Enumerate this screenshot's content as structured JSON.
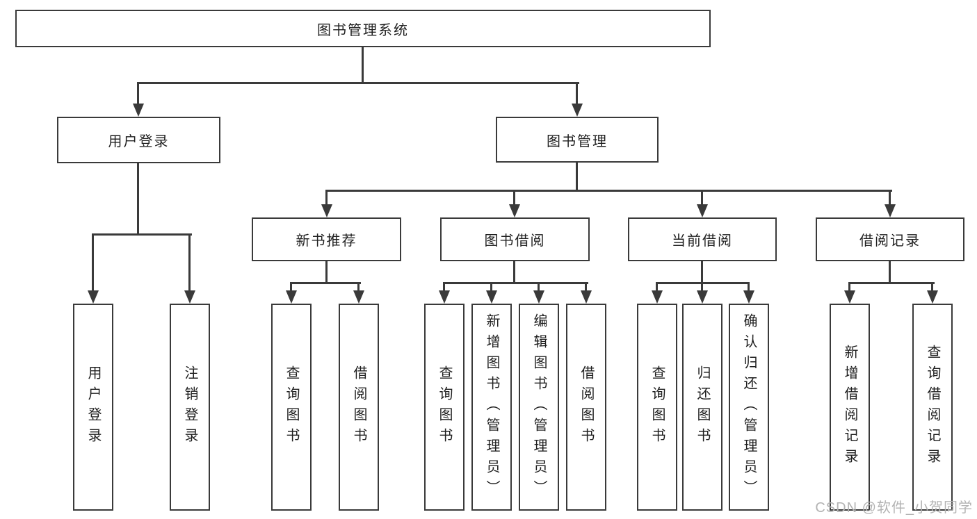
{
  "tree": {
    "root": {
      "label": "图书管理系统"
    },
    "branches": [
      {
        "label": "用户登录",
        "children": [
          {
            "label": "用户登录"
          },
          {
            "label": "注销登录"
          }
        ]
      },
      {
        "label": "图书管理",
        "children": [
          {
            "label": "新书推荐",
            "children": [
              {
                "label": "查询图书"
              },
              {
                "label": "借阅图书"
              }
            ]
          },
          {
            "label": "图书借阅",
            "children": [
              {
                "label": "查询图书"
              },
              {
                "label": "新增图书（管理员）"
              },
              {
                "label": "编辑图书（管理员）"
              },
              {
                "label": "借阅图书"
              }
            ]
          },
          {
            "label": "当前借阅",
            "children": [
              {
                "label": "查询图书"
              },
              {
                "label": "归还图书"
              },
              {
                "label": "确认归还（管理员）"
              }
            ]
          },
          {
            "label": "借阅记录",
            "children": [
              {
                "label": "新增借阅记录"
              },
              {
                "label": "查询借阅记录"
              }
            ]
          }
        ]
      }
    ]
  },
  "watermark": {
    "text": "CSDN @软件_小贺同学"
  },
  "colors": {
    "line": "#3a3a3a",
    "text": "#1f1f1f",
    "watermark": "#b3b3b3",
    "background": "#ffffff"
  }
}
